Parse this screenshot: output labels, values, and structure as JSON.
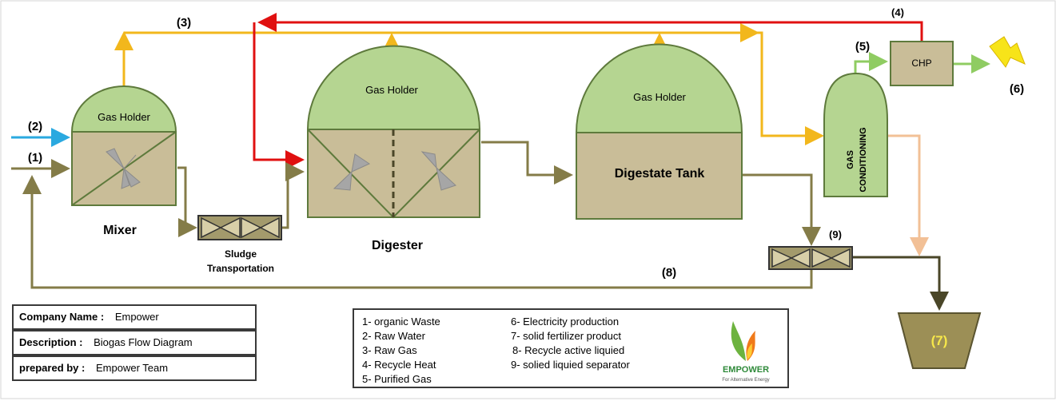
{
  "labels": {
    "mixer": "Mixer",
    "digester": "Digester",
    "digestate_tank": "Digestate Tank",
    "gas_holder": "Gas Holder",
    "sludge_line1": "Sludge",
    "sludge_line2": "Transportation",
    "gas_cond_line1": "GAS",
    "gas_cond_line2": "CONDITIONING",
    "chp": "CHP",
    "fertilizer": "(7)"
  },
  "stream_numbers": {
    "n1": "(1)",
    "n2": "(2)",
    "n3": "(3)",
    "n4": "(4)",
    "n5": "(5)",
    "n6": "(6)",
    "n8": "(8)",
    "n9": "(9)"
  },
  "info": {
    "company_key": "Company  Name :",
    "company_val": "Empower",
    "description_key": "Description :",
    "description_val": "Biogas Flow Diagram",
    "prepared_key": "prepared by :",
    "prepared_val": "Empower Team"
  },
  "legend": {
    "items": [
      "1- organic Waste",
      "2- Raw Water",
      "3- Raw Gas",
      "4- Recycle Heat",
      "5- Purified Gas",
      "6- Electricity production",
      "7- solid fertilizer product",
      "8- Recycle active liquied",
      "9- solied liquied separator"
    ]
  },
  "logo": {
    "name": "EMPOWER",
    "tagline": "For Alternative Energy"
  },
  "colors": {
    "tank_body": "#c9bd98",
    "gas_holder": "#b5d591",
    "outline": "#5e7a3c",
    "raw_gas_line": "#f2b71c",
    "heat_line": "#e01010",
    "water_line": "#2aa9e0",
    "liquid_line": "#847c48",
    "purified_gas_line": "#8fcc62",
    "fertilizer_line": "#f2c096",
    "electricity": "#f7e419",
    "fertilizer_bin": "#9c8f56",
    "fertilizer_text": "#f7e84a"
  }
}
